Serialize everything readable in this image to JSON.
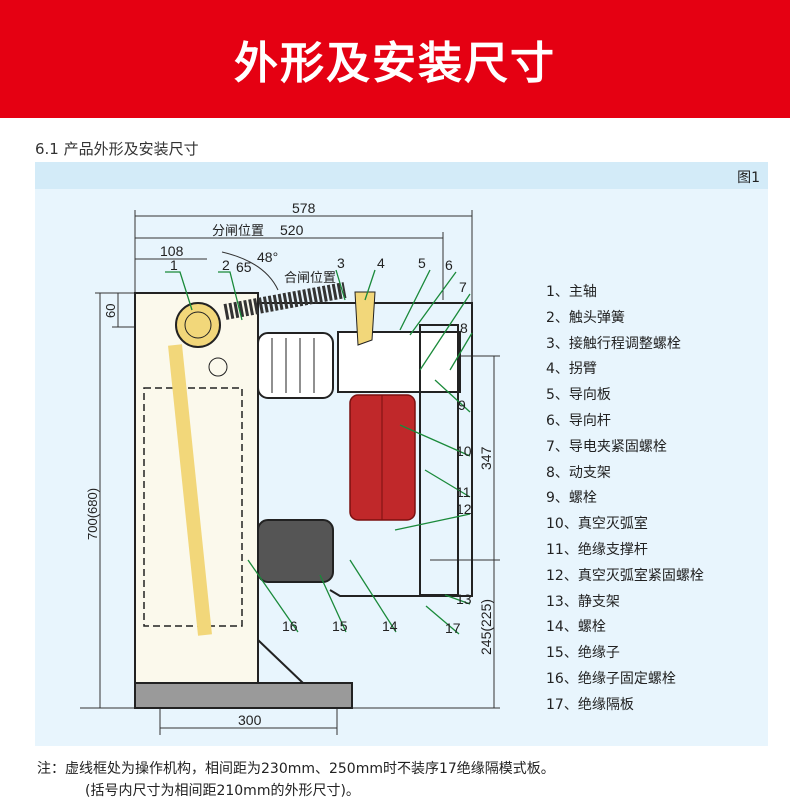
{
  "banner": {
    "title": "外形及安装尺寸"
  },
  "section": {
    "title": "6.1 产品外形及安装尺寸"
  },
  "figure": {
    "label": "图1",
    "dimensions": {
      "overall_width": "578",
      "open_pos_width": "520",
      "open_pos_label": "分闸位置",
      "closed_pos_label": "合闸位置",
      "d108": "108",
      "d60": "60",
      "angle_65": "65",
      "angle_48": "48°",
      "height": "700(680)",
      "d347": "347",
      "d245": "245(225)",
      "d300": "300"
    },
    "callouts": [
      "1",
      "2",
      "3",
      "4",
      "5",
      "6",
      "7",
      "8",
      "9",
      "10",
      "11",
      "12",
      "13",
      "14",
      "15",
      "16",
      "17"
    ],
    "colors": {
      "banner": "#e50012",
      "interrupter": "#c0282a",
      "arm": "#f2d77a",
      "leader": "#1a8a3a"
    }
  },
  "legend": [
    "1、主轴",
    "2、触头弹簧",
    "3、接触行程调整螺栓",
    "4、拐臂",
    "5、导向板",
    "6、导向杆",
    "7、导电夹紧固螺栓",
    "8、动支架",
    "9、螺栓",
    "10、真空灭弧室",
    "11、绝缘支撑杆",
    "12、真空灭弧室紧固螺栓",
    "13、静支架",
    "14、螺栓",
    "15、绝缘子",
    "16、绝缘子固定螺栓",
    "17、绝缘隔板"
  ],
  "note": {
    "line1": "注：虚线框处为操作机构，相间距为230mm、250mm时不装序17绝缘隔模式板。",
    "line2": "(括号内尺寸为相间距210mm的外形尺寸)。"
  }
}
